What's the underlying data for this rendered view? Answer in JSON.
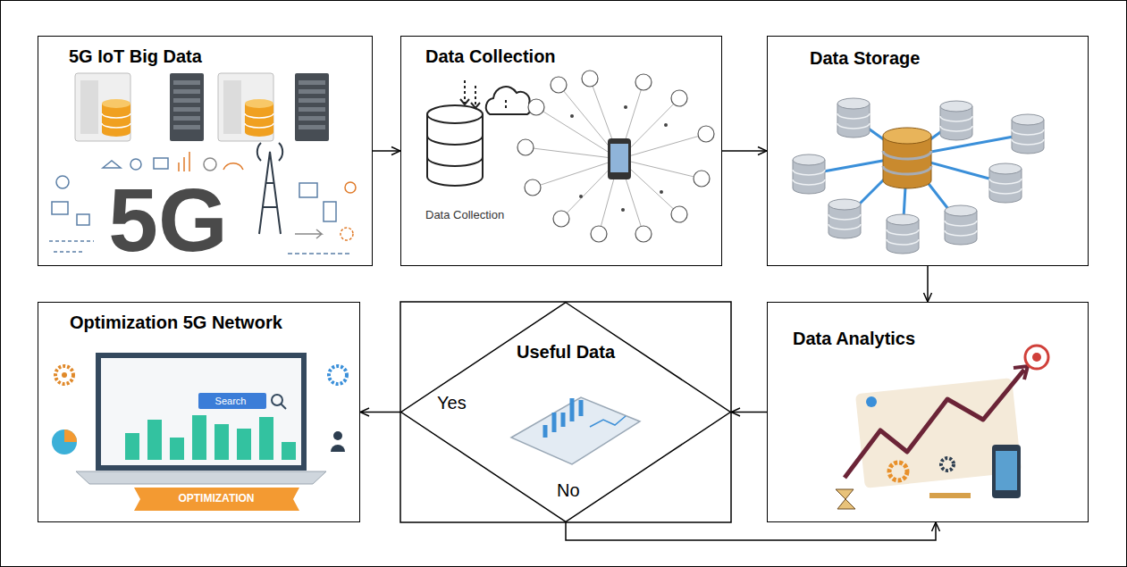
{
  "diagram": {
    "nodes": [
      {
        "text": [
          "5G IoT Big Data"
        ]
      },
      {
        "text": [
          "Data Collection",
          "Data Collection"
        ]
      },
      {
        "text": [
          "Data Storage"
        ]
      },
      {
        "text": [
          "Data Analytics"
        ]
      },
      {
        "text": [
          "Useful Data"
        ]
      },
      {
        "text": [
          "Optimization 5G Network"
        ]
      }
    ],
    "edges": [
      {
        "from": 0,
        "to": 1,
        "arrow": "to"
      },
      {
        "from": 1,
        "to": 2,
        "arrow": "to"
      },
      {
        "from": 2,
        "to": 3,
        "arrow": "to"
      },
      {
        "from": 3,
        "to": 4,
        "arrow": "to"
      },
      {
        "from": 4,
        "to": 5,
        "label": "Yes",
        "arrow": "to"
      },
      {
        "from": 4,
        "to": 3,
        "label": "No",
        "arrow": "to"
      }
    ],
    "labels": [
      "5G",
      "Search",
      "OPTIMIZATION"
    ]
  }
}
